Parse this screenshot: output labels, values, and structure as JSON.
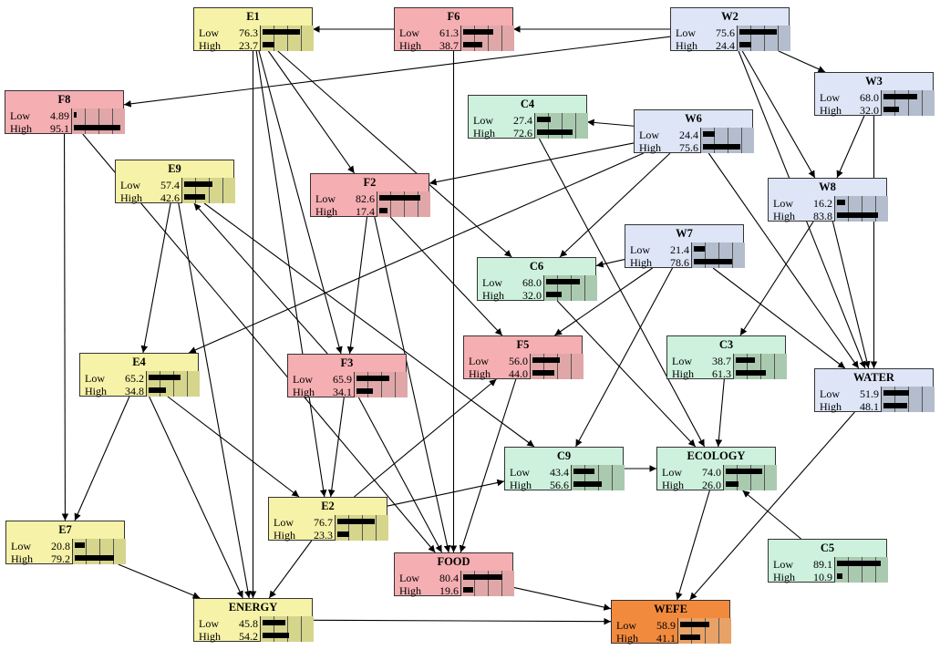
{
  "diagram": {
    "state_low": "Low",
    "state_high": "High",
    "nodes": [
      {
        "id": "E1",
        "title": "E1",
        "low": "76.3",
        "high": "23.7",
        "low_frac": 0.763,
        "high_frac": 0.237,
        "color": "yellow"
      },
      {
        "id": "F6",
        "title": "F6",
        "low": "61.3",
        "high": "38.7",
        "low_frac": 0.613,
        "high_frac": 0.387,
        "color": "pink"
      },
      {
        "id": "W2",
        "title": "W2",
        "low": "75.6",
        "high": "24.4",
        "low_frac": 0.756,
        "high_frac": 0.244,
        "color": "blue"
      },
      {
        "id": "F8",
        "title": "F8",
        "low": "4.89",
        "high": "95.1",
        "low_frac": 0.0489,
        "high_frac": 0.951,
        "color": "pink"
      },
      {
        "id": "W3",
        "title": "W3",
        "low": "68.0",
        "high": "32.0",
        "low_frac": 0.68,
        "high_frac": 0.32,
        "color": "blue"
      },
      {
        "id": "C4",
        "title": "C4",
        "low": "27.4",
        "high": "72.6",
        "low_frac": 0.274,
        "high_frac": 0.726,
        "color": "green"
      },
      {
        "id": "W6",
        "title": "W6",
        "low": "24.4",
        "high": "75.6",
        "low_frac": 0.244,
        "high_frac": 0.756,
        "color": "blue"
      },
      {
        "id": "E9",
        "title": "E9",
        "low": "57.4",
        "high": "42.6",
        "low_frac": 0.574,
        "high_frac": 0.426,
        "color": "yellow"
      },
      {
        "id": "F2",
        "title": "F2",
        "low": "82.6",
        "high": "17.4",
        "low_frac": 0.826,
        "high_frac": 0.174,
        "color": "pink"
      },
      {
        "id": "W8",
        "title": "W8",
        "low": "16.2",
        "high": "83.8",
        "low_frac": 0.162,
        "high_frac": 0.838,
        "color": "blue"
      },
      {
        "id": "W7",
        "title": "W7",
        "low": "21.4",
        "high": "78.6",
        "low_frac": 0.214,
        "high_frac": 0.786,
        "color": "blue"
      },
      {
        "id": "C6",
        "title": "C6",
        "low": "68.0",
        "high": "32.0",
        "low_frac": 0.68,
        "high_frac": 0.32,
        "color": "green"
      },
      {
        "id": "F5",
        "title": "F5",
        "low": "56.0",
        "high": "44.0",
        "low_frac": 0.56,
        "high_frac": 0.44,
        "color": "pink"
      },
      {
        "id": "C3",
        "title": "C3",
        "low": "38.7",
        "high": "61.3",
        "low_frac": 0.387,
        "high_frac": 0.613,
        "color": "green"
      },
      {
        "id": "E4",
        "title": "E4",
        "low": "65.2",
        "high": "34.8",
        "low_frac": 0.652,
        "high_frac": 0.348,
        "color": "yellow"
      },
      {
        "id": "F3",
        "title": "F3",
        "low": "65.9",
        "high": "34.1",
        "low_frac": 0.659,
        "high_frac": 0.341,
        "color": "pink"
      },
      {
        "id": "WATER",
        "title": "WATER",
        "low": "51.9",
        "high": "48.1",
        "low_frac": 0.519,
        "high_frac": 0.481,
        "color": "blue"
      },
      {
        "id": "C9",
        "title": "C9",
        "low": "43.4",
        "high": "56.6",
        "low_frac": 0.434,
        "high_frac": 0.566,
        "color": "green"
      },
      {
        "id": "ECOLOGY",
        "title": "ECOLOGY",
        "low": "74.0",
        "high": "26.0",
        "low_frac": 0.74,
        "high_frac": 0.26,
        "color": "green"
      },
      {
        "id": "E2",
        "title": "E2",
        "low": "76.7",
        "high": "23.3",
        "low_frac": 0.767,
        "high_frac": 0.233,
        "color": "yellow"
      },
      {
        "id": "E7",
        "title": "E7",
        "low": "20.8",
        "high": "79.2",
        "low_frac": 0.208,
        "high_frac": 0.792,
        "color": "yellow"
      },
      {
        "id": "C5",
        "title": "C5",
        "low": "89.1",
        "high": "10.9",
        "low_frac": 0.891,
        "high_frac": 0.109,
        "color": "green"
      },
      {
        "id": "FOOD",
        "title": "FOOD",
        "low": "80.4",
        "high": "19.6",
        "low_frac": 0.804,
        "high_frac": 0.196,
        "color": "pink"
      },
      {
        "id": "ENERGY",
        "title": "ENERGY",
        "low": "45.8",
        "high": "54.2",
        "low_frac": 0.458,
        "high_frac": 0.542,
        "color": "yellow"
      },
      {
        "id": "WEFE",
        "title": "WEFE",
        "low": "58.9",
        "high": "41.1",
        "low_frac": 0.589,
        "high_frac": 0.411,
        "color": "orange"
      }
    ],
    "edges": [
      [
        "F6",
        "E1"
      ],
      [
        "W2",
        "F6"
      ],
      [
        "W2",
        "F8"
      ],
      [
        "W2",
        "W3"
      ],
      [
        "W2",
        "W8"
      ],
      [
        "W2",
        "WATER"
      ],
      [
        "F6",
        "FOOD"
      ],
      [
        "E1",
        "F2"
      ],
      [
        "E1",
        "F3"
      ],
      [
        "E1",
        "C6"
      ],
      [
        "E1",
        "ENERGY"
      ],
      [
        "E1",
        "E2"
      ],
      [
        "F8",
        "E7"
      ],
      [
        "F8",
        "FOOD"
      ],
      [
        "W6",
        "C4"
      ],
      [
        "W6",
        "F2"
      ],
      [
        "W6",
        "C6"
      ],
      [
        "W6",
        "E4"
      ],
      [
        "W6",
        "WATER"
      ],
      [
        "C4",
        "ECOLOGY"
      ],
      [
        "W3",
        "W8"
      ],
      [
        "W3",
        "WATER"
      ],
      [
        "W8",
        "WATER"
      ],
      [
        "W8",
        "C3"
      ],
      [
        "E9",
        "E4"
      ],
      [
        "E9",
        "ENERGY"
      ],
      [
        "E9",
        "C9"
      ],
      [
        "F2",
        "F3"
      ],
      [
        "F2",
        "F5"
      ],
      [
        "F2",
        "FOOD"
      ],
      [
        "F3",
        "E9"
      ],
      [
        "F3",
        "E2"
      ],
      [
        "F3",
        "FOOD"
      ],
      [
        "W7",
        "C6"
      ],
      [
        "W7",
        "F5"
      ],
      [
        "W7",
        "C9"
      ],
      [
        "W7",
        "WATER"
      ],
      [
        "C6",
        "ECOLOGY"
      ],
      [
        "F5",
        "FOOD"
      ],
      [
        "E4",
        "E7"
      ],
      [
        "E4",
        "E2"
      ],
      [
        "E4",
        "ENERGY"
      ],
      [
        "E2",
        "F5"
      ],
      [
        "E2",
        "C9"
      ],
      [
        "E2",
        "ENERGY"
      ],
      [
        "C3",
        "ECOLOGY"
      ],
      [
        "C9",
        "ECOLOGY"
      ],
      [
        "C5",
        "ECOLOGY"
      ],
      [
        "E7",
        "ENERGY"
      ],
      [
        "ENERGY",
        "WEFE"
      ],
      [
        "FOOD",
        "WEFE"
      ],
      [
        "ECOLOGY",
        "WEFE"
      ],
      [
        "WATER",
        "WEFE"
      ]
    ]
  }
}
